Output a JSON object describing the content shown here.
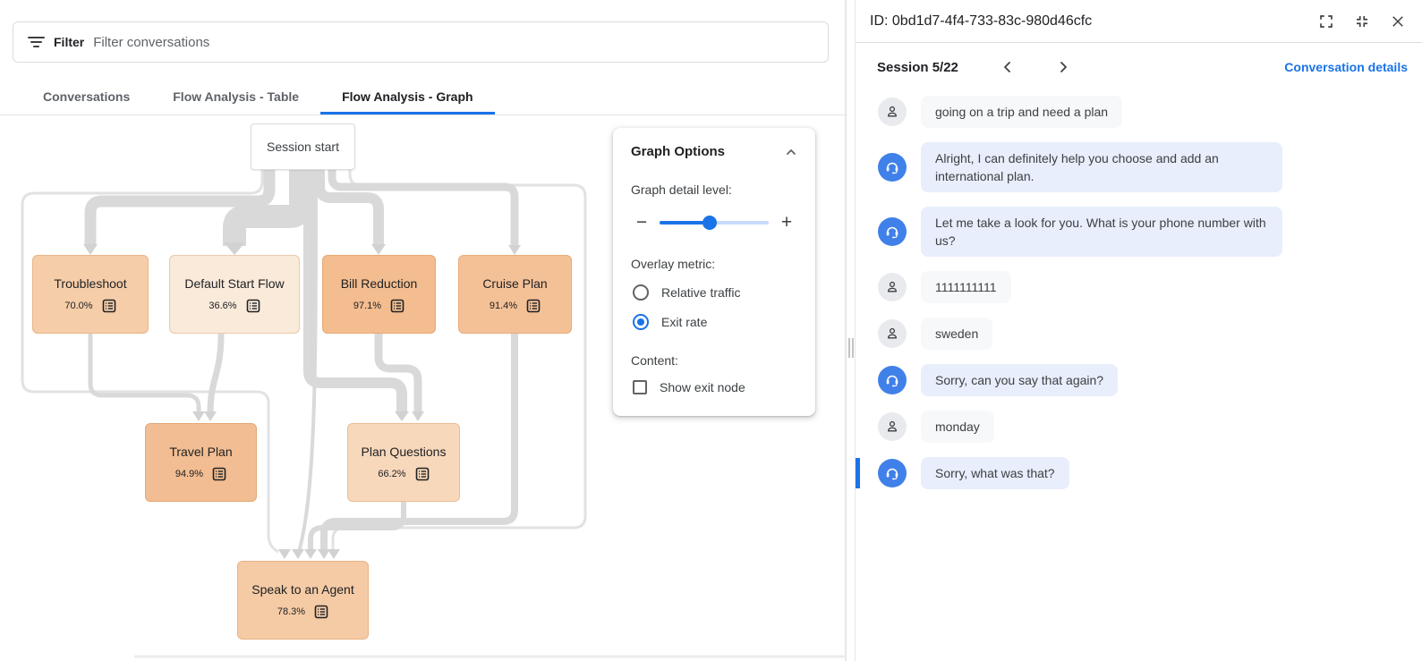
{
  "left_panel": {
    "filter_bar": {
      "label": "Filter",
      "placeholder": "Filter conversations"
    },
    "tabs": [
      {
        "label": "Conversations",
        "active": false
      },
      {
        "label": "Flow Analysis - Table",
        "active": false
      },
      {
        "label": "Flow Analysis - Graph",
        "active": true
      }
    ]
  },
  "flow_graph": {
    "start_node": {
      "label": "Session start"
    },
    "nodes": [
      {
        "label": "Troubleshoot",
        "exit_rate": "70.0%",
        "color": "#f6cda9"
      },
      {
        "label": "Default Start Flow",
        "exit_rate": "36.6%",
        "color": "#faead9"
      },
      {
        "label": "Bill Reduction",
        "exit_rate": "97.1%",
        "color": "#f3bd90"
      },
      {
        "label": "Cruise Plan",
        "exit_rate": "91.4%",
        "color": "#f4c197"
      },
      {
        "label": "Travel Plan",
        "exit_rate": "94.9%",
        "color": "#f2bd92"
      },
      {
        "label": "Plan Questions",
        "exit_rate": "66.2%",
        "color": "#f8d8bb"
      },
      {
        "label": "Speak to an Agent",
        "exit_rate": "78.3%",
        "color": "#f5cba5"
      }
    ],
    "edges": [
      {
        "from": "Session start",
        "to": "Troubleshoot"
      },
      {
        "from": "Session start",
        "to": "Default Start Flow"
      },
      {
        "from": "Session start",
        "to": "Bill Reduction"
      },
      {
        "from": "Session start",
        "to": "Cruise Plan"
      },
      {
        "from": "Session start",
        "to": "Plan Questions"
      },
      {
        "from": "Session start",
        "to": "Speak to an Agent"
      },
      {
        "from": "Troubleshoot",
        "to": "Travel Plan"
      },
      {
        "from": "Default Start Flow",
        "to": "Travel Plan"
      },
      {
        "from": "Bill Reduction",
        "to": "Plan Questions"
      },
      {
        "from": "Cruise Plan",
        "to": "Speak to an Agent"
      },
      {
        "from": "Plan Questions",
        "to": "Speak to an Agent"
      }
    ]
  },
  "graph_options": {
    "title": "Graph Options",
    "detail_label": "Graph detail level:",
    "minus_icon": "−",
    "plus_icon": "+",
    "slider_percent": 46,
    "overlay_label": "Overlay metric:",
    "overlay_options": [
      {
        "label": "Relative traffic",
        "selected": false
      },
      {
        "label": "Exit rate",
        "selected": true
      }
    ],
    "content_label": "Content:",
    "content_options": [
      {
        "label": "Show exit node",
        "checked": false
      }
    ]
  },
  "right_panel": {
    "title": "ID: 0bd1d7-4f4-733-83c-980d46cfc",
    "session_label": "Session 5/22",
    "details_link": "Conversation details",
    "messages": [
      {
        "role": "user",
        "text": "going on a trip and need a plan",
        "selected": false
      },
      {
        "role": "bot",
        "text": "Alright, I can definitely help you choose and add an international plan.",
        "selected": false
      },
      {
        "role": "bot",
        "text": "Let me take a look for you. What is your phone number with us?",
        "selected": false
      },
      {
        "role": "user",
        "text": "1111111111",
        "selected": false
      },
      {
        "role": "user",
        "text": "sweden",
        "selected": false
      },
      {
        "role": "bot",
        "text": "Sorry, can you say that again?",
        "selected": false
      },
      {
        "role": "user",
        "text": "monday",
        "selected": false
      },
      {
        "role": "bot",
        "text": "Sorry, what was that?",
        "selected": true
      }
    ]
  },
  "colors": {
    "accent": "#1a73e8",
    "bot_avatar": "#4080e9",
    "bot_bubble": "#e8eefb",
    "user_bubble": "#f7f8f9",
    "edge_band": "#d9d9d9",
    "edge_thin": "#e2e2e2"
  }
}
